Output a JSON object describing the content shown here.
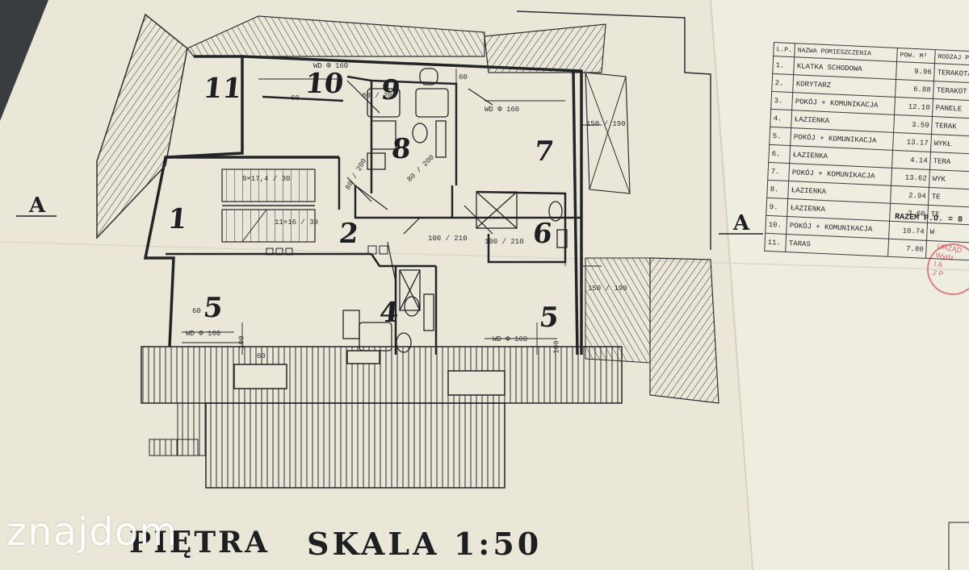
{
  "plan": {
    "rooms": [
      {
        "label": "1"
      },
      {
        "label": "2"
      },
      {
        "label": "4"
      },
      {
        "label": "5"
      },
      {
        "label": "5"
      },
      {
        "label": "6"
      },
      {
        "label": "7"
      },
      {
        "label": "8"
      },
      {
        "label": "9"
      },
      {
        "label": "10"
      },
      {
        "label": "11"
      }
    ],
    "section_marks": [
      {
        "label": "A"
      },
      {
        "label": "A"
      }
    ],
    "dimensions": [
      "80 / 200",
      "80 / 200",
      "80 / 200",
      "100 / 210",
      "100 / 210",
      "150 / 190",
      "150 / 190",
      "60",
      "60",
      "60",
      "60",
      "100",
      "100",
      "WD Φ 160",
      "WD Φ 160",
      "WD Φ 160",
      "WD Φ 160",
      "9×17,4 / 30",
      "11×16 / 30"
    ],
    "title": "PIĘTRA",
    "scale": "SKALA 1:50"
  },
  "room_table": {
    "headers": [
      "L.P.",
      "NAZWA POMIESZCZENIA",
      "POW. M²",
      "RODZAJ POS"
    ],
    "rows": [
      {
        "no": "1.",
        "name": "KLATKA SCHODOWA",
        "area": "9.96",
        "floor": "TERAKOTA"
      },
      {
        "no": "2.",
        "name": "KORYTARZ",
        "area": "6.88",
        "floor": "TERAKOT"
      },
      {
        "no": "3.",
        "name": "POKÓJ + KOMUNIKACJA",
        "area": "12.10",
        "floor": "PANELE"
      },
      {
        "no": "4.",
        "name": "ŁAZIENKA",
        "area": "3.59",
        "floor": "TERAK"
      },
      {
        "no": "5.",
        "name": "POKÓJ + KOMUNIKACJA",
        "area": "13.17",
        "floor": "WYKŁ"
      },
      {
        "no": "6.",
        "name": "ŁAZIENKA",
        "area": "4.14",
        "floor": "TERA"
      },
      {
        "no": "7.",
        "name": "POKÓJ + KOMUNIKACJA",
        "area": "13.62",
        "floor": "WYK"
      },
      {
        "no": "8.",
        "name": "ŁAZIENKA",
        "area": "2.94",
        "floor": "TE"
      },
      {
        "no": "9.",
        "name": "ŁAZIENKA",
        "area": "3.60",
        "floor": "TE"
      },
      {
        "no": "10.",
        "name": "POKÓJ + KOMUNIKACJA",
        "area": "10.74",
        "floor": "W"
      },
      {
        "no": "11.",
        "name": "TARAS",
        "area": "7.80",
        "floor": ""
      }
    ],
    "total": "RAZEM P.U. = 8"
  },
  "stamp": {
    "line1": "URZĄD",
    "line2": "Wydz",
    "line3": "I A",
    "line4": "2 P"
  },
  "watermark": "znajdom",
  "colors": {
    "paper": "#ebe7d8",
    "ink": "#232428",
    "stamp": "#c8283c",
    "background": "#3a3d40"
  }
}
